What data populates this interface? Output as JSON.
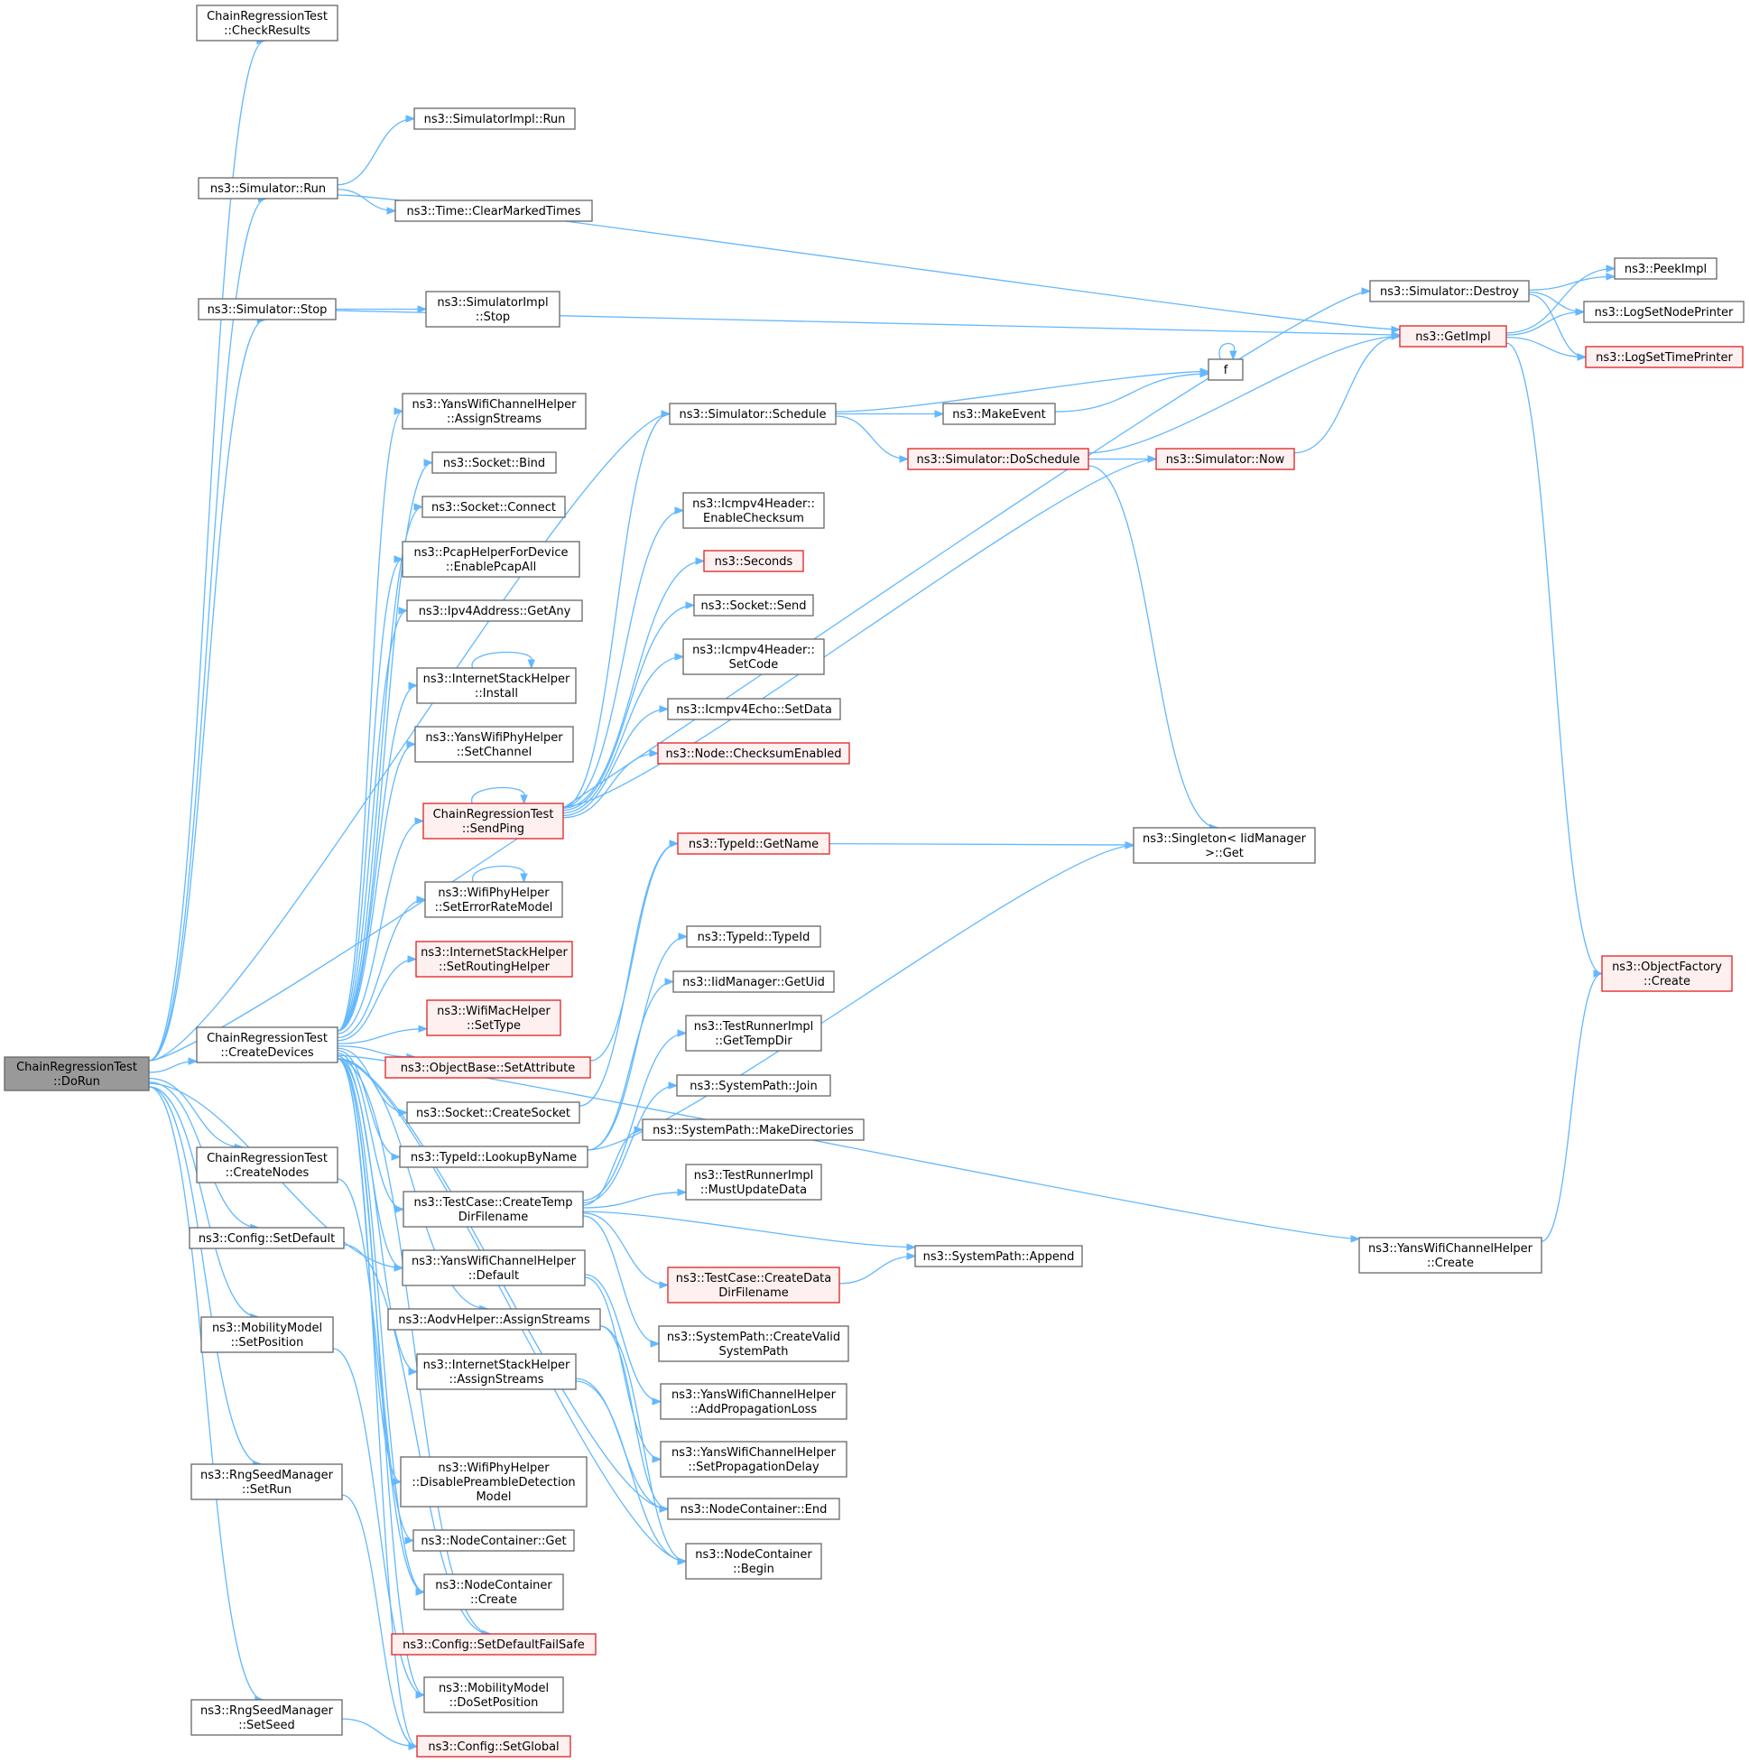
{
  "diagram": {
    "edge_color": "#63b8ff",
    "node_border_color": "#666666",
    "root_fill_color": "#999999",
    "highlight_border_color": "#e02020",
    "highlight_fill_color": "#fff0f0",
    "nodes": [
      {
        "id": "DoRun",
        "lines": [
          "ChainRegressionTest",
          "::DoRun"
        ],
        "style": "root"
      },
      {
        "id": "CheckResults",
        "lines": [
          "ChainRegressionTest",
          "::CheckResults"
        ],
        "style": "normal"
      },
      {
        "id": "SimRun",
        "lines": [
          "ns3::Simulator::Run"
        ],
        "style": "normal"
      },
      {
        "id": "SimImplRun",
        "lines": [
          "ns3::SimulatorImpl::Run"
        ],
        "style": "normal"
      },
      {
        "id": "ClearMarked",
        "lines": [
          "ns3::Time::ClearMarkedTimes"
        ],
        "style": "normal"
      },
      {
        "id": "SimStop",
        "lines": [
          "ns3::Simulator::Stop"
        ],
        "style": "normal"
      },
      {
        "id": "SimImplStop",
        "lines": [
          "ns3::SimulatorImpl",
          "::Stop"
        ],
        "style": "normal"
      },
      {
        "id": "SimDestroy",
        "lines": [
          "ns3::Simulator::Destroy"
        ],
        "style": "normal"
      },
      {
        "id": "PeekImpl",
        "lines": [
          "ns3::PeekImpl"
        ],
        "style": "normal"
      },
      {
        "id": "GetImpl",
        "lines": [
          "ns3::GetImpl"
        ],
        "style": "red"
      },
      {
        "id": "LogNode",
        "lines": [
          "ns3::LogSetNodePrinter"
        ],
        "style": "normal"
      },
      {
        "id": "LogTime",
        "lines": [
          "ns3::LogSetTimePrinter"
        ],
        "style": "red"
      },
      {
        "id": "f",
        "lines": [
          "f"
        ],
        "style": "normal"
      },
      {
        "id": "SimSchedule",
        "lines": [
          "ns3::Simulator::Schedule"
        ],
        "style": "normal"
      },
      {
        "id": "MakeEvent",
        "lines": [
          "ns3::MakeEvent"
        ],
        "style": "normal"
      },
      {
        "id": "DoSchedule",
        "lines": [
          "ns3::Simulator::DoSchedule"
        ],
        "style": "red"
      },
      {
        "id": "SimNow",
        "lines": [
          "ns3::Simulator::Now"
        ],
        "style": "red"
      },
      {
        "id": "YansChAssign",
        "lines": [
          "ns3::YansWifiChannelHelper",
          "::AssignStreams"
        ],
        "style": "normal"
      },
      {
        "id": "SockBind",
        "lines": [
          "ns3::Socket::Bind"
        ],
        "style": "normal"
      },
      {
        "id": "SockConnect",
        "lines": [
          "ns3::Socket::Connect"
        ],
        "style": "normal"
      },
      {
        "id": "Pcap",
        "lines": [
          "ns3::PcapHelperForDevice",
          "::EnablePcapAll"
        ],
        "style": "normal"
      },
      {
        "id": "GetAny",
        "lines": [
          "ns3::Ipv4Address::GetAny"
        ],
        "style": "normal"
      },
      {
        "id": "ISHInstall",
        "lines": [
          "ns3::InternetStackHelper",
          "::Install"
        ],
        "style": "normal"
      },
      {
        "id": "YansPhySetCh",
        "lines": [
          "ns3::YansWifiPhyHelper",
          "::SetChannel"
        ],
        "style": "normal"
      },
      {
        "id": "SendPing",
        "lines": [
          "ChainRegressionTest",
          "::SendPing"
        ],
        "style": "red"
      },
      {
        "id": "ErrRate",
        "lines": [
          "ns3::WifiPhyHelper",
          "::SetErrorRateModel"
        ],
        "style": "normal"
      },
      {
        "id": "SetRouting",
        "lines": [
          "ns3::InternetStackHelper",
          "::SetRoutingHelper"
        ],
        "style": "red"
      },
      {
        "id": "MacSetType",
        "lines": [
          "ns3::WifiMacHelper",
          "::SetType"
        ],
        "style": "red"
      },
      {
        "id": "CreateDevices",
        "lines": [
          "ChainRegressionTest",
          "::CreateDevices"
        ],
        "style": "normal"
      },
      {
        "id": "SetAttr",
        "lines": [
          "ns3::ObjectBase::SetAttribute"
        ],
        "style": "red"
      },
      {
        "id": "CreateSocket",
        "lines": [
          "ns3::Socket::CreateSocket"
        ],
        "style": "normal"
      },
      {
        "id": "LookupByName",
        "lines": [
          "ns3::TypeId::LookupByName"
        ],
        "style": "normal"
      },
      {
        "id": "CreateTemp",
        "lines": [
          "ns3::TestCase::CreateTemp",
          "DirFilename"
        ],
        "style": "normal"
      },
      {
        "id": "CreateNodes",
        "lines": [
          "ChainRegressionTest",
          "::CreateNodes"
        ],
        "style": "normal"
      },
      {
        "id": "CfgSetDefault",
        "lines": [
          "ns3::Config::SetDefault"
        ],
        "style": "normal"
      },
      {
        "id": "YansChDefault",
        "lines": [
          "ns3::YansWifiChannelHelper",
          "::Default"
        ],
        "style": "normal"
      },
      {
        "id": "AodvAssign",
        "lines": [
          "ns3::AodvHelper::AssignStreams"
        ],
        "style": "normal"
      },
      {
        "id": "MobSetPos",
        "lines": [
          "ns3::MobilityModel",
          "::SetPosition"
        ],
        "style": "normal"
      },
      {
        "id": "ISHAssign",
        "lines": [
          "ns3::InternetStackHelper",
          "::AssignStreams"
        ],
        "style": "normal"
      },
      {
        "id": "RngSetRun",
        "lines": [
          "ns3::RngSeedManager",
          "::SetRun"
        ],
        "style": "normal"
      },
      {
        "id": "DisablePre",
        "lines": [
          "ns3::WifiPhyHelper",
          "::DisablePreambleDetection",
          "Model"
        ],
        "style": "normal"
      },
      {
        "id": "NCGet",
        "lines": [
          "ns3::NodeContainer::Get"
        ],
        "style": "normal"
      },
      {
        "id": "NCCreate",
        "lines": [
          "ns3::NodeContainer",
          "::Create"
        ],
        "style": "normal"
      },
      {
        "id": "FailSafe",
        "lines": [
          "ns3::Config::SetDefaultFailSafe"
        ],
        "style": "red"
      },
      {
        "id": "DoSetPos",
        "lines": [
          "ns3::MobilityModel",
          "::DoSetPosition"
        ],
        "style": "normal"
      },
      {
        "id": "RngSetSeed",
        "lines": [
          "ns3::RngSeedManager",
          "::SetSeed"
        ],
        "style": "normal"
      },
      {
        "id": "SetGlobal",
        "lines": [
          "ns3::Config::SetGlobal"
        ],
        "style": "red"
      },
      {
        "id": "EnableChk",
        "lines": [
          "ns3::Icmpv4Header::",
          "EnableChecksum"
        ],
        "style": "normal"
      },
      {
        "id": "Seconds",
        "lines": [
          "ns3::Seconds"
        ],
        "style": "red"
      },
      {
        "id": "SockSend",
        "lines": [
          "ns3::Socket::Send"
        ],
        "style": "normal"
      },
      {
        "id": "SetCode",
        "lines": [
          "ns3::Icmpv4Header::",
          "SetCode"
        ],
        "style": "normal"
      },
      {
        "id": "SetData",
        "lines": [
          "ns3::Icmpv4Echo::SetData"
        ],
        "style": "normal"
      },
      {
        "id": "ChkEnabled",
        "lines": [
          "ns3::Node::ChecksumEnabled"
        ],
        "style": "red"
      },
      {
        "id": "GetName",
        "lines": [
          "ns3::TypeId::GetName"
        ],
        "style": "red"
      },
      {
        "id": "SingletonGet",
        "lines": [
          "ns3::Singleton< IidManager",
          ">::Get"
        ],
        "style": "normal"
      },
      {
        "id": "TypeIdTypeId",
        "lines": [
          "ns3::TypeId::TypeId"
        ],
        "style": "normal"
      },
      {
        "id": "GetUid",
        "lines": [
          "ns3::IidManager::GetUid"
        ],
        "style": "normal"
      },
      {
        "id": "GetTempDir",
        "lines": [
          "ns3::TestRunnerImpl",
          "::GetTempDir"
        ],
        "style": "normal"
      },
      {
        "id": "SPJoin",
        "lines": [
          "ns3::SystemPath::Join"
        ],
        "style": "normal"
      },
      {
        "id": "MakeDirs",
        "lines": [
          "ns3::SystemPath::MakeDirectories"
        ],
        "style": "normal"
      },
      {
        "id": "MustUpdate",
        "lines": [
          "ns3::TestRunnerImpl",
          "::MustUpdateData"
        ],
        "style": "normal"
      },
      {
        "id": "SPAppend",
        "lines": [
          "ns3::SystemPath::Append"
        ],
        "style": "normal"
      },
      {
        "id": "CreateData",
        "lines": [
          "ns3::TestCase::CreateData",
          "DirFilename"
        ],
        "style": "red"
      },
      {
        "id": "CreateValid",
        "lines": [
          "ns3::SystemPath::CreateValid",
          "SystemPath"
        ],
        "style": "normal"
      },
      {
        "id": "AddProp",
        "lines": [
          "ns3::YansWifiChannelHelper",
          "::AddPropagationLoss"
        ],
        "style": "normal"
      },
      {
        "id": "SetPropDelay",
        "lines": [
          "ns3::YansWifiChannelHelper",
          "::SetPropagationDelay"
        ],
        "style": "normal"
      },
      {
        "id": "NCEnd",
        "lines": [
          "ns3::NodeContainer::End"
        ],
        "style": "normal"
      },
      {
        "id": "NCBegin",
        "lines": [
          "ns3::NodeContainer",
          "::Begin"
        ],
        "style": "normal"
      },
      {
        "id": "YansChCreate",
        "lines": [
          "ns3::YansWifiChannelHelper",
          "::Create"
        ],
        "style": "normal"
      },
      {
        "id": "ObjFactCreate",
        "lines": [
          "ns3::ObjectFactory",
          "::Create"
        ],
        "style": "red"
      }
    ],
    "edges": [
      [
        "DoRun",
        "CheckResults"
      ],
      [
        "DoRun",
        "SimDestroy"
      ],
      [
        "DoRun",
        "SimRun"
      ],
      [
        "DoRun",
        "SimStop"
      ],
      [
        "DoRun",
        "SimSchedule"
      ],
      [
        "DoRun",
        "CreateDevices"
      ],
      [
        "DoRun",
        "CreateNodes"
      ],
      [
        "DoRun",
        "CfgSetDefault"
      ],
      [
        "DoRun",
        "MobSetPos"
      ],
      [
        "DoRun",
        "RngSetRun"
      ],
      [
        "DoRun",
        "RngSetSeed"
      ],
      [
        "DoRun",
        "YansChDefault"
      ],
      [
        "SimRun",
        "SimImplRun"
      ],
      [
        "SimRun",
        "ClearMarked"
      ],
      [
        "SimRun",
        "GetImpl"
      ],
      [
        "SimStop",
        "SimImplStop"
      ],
      [
        "SimStop",
        "GetImpl"
      ],
      [
        "SimDestroy",
        "PeekImpl"
      ],
      [
        "SimDestroy",
        "LogNode"
      ],
      [
        "SimDestroy",
        "LogTime"
      ],
      [
        "GetImpl",
        "PeekImpl"
      ],
      [
        "GetImpl",
        "LogNode"
      ],
      [
        "GetImpl",
        "LogTime"
      ],
      [
        "GetImpl",
        "ObjFactCreate"
      ],
      [
        "f",
        "f"
      ],
      [
        "SimSchedule",
        "f"
      ],
      [
        "SimSchedule",
        "MakeEvent"
      ],
      [
        "SimSchedule",
        "DoSchedule"
      ],
      [
        "MakeEvent",
        "f"
      ],
      [
        "DoSchedule",
        "SimNow"
      ],
      [
        "DoSchedule",
        "GetImpl"
      ],
      [
        "DoSchedule",
        "SingletonGet"
      ],
      [
        "SimNow",
        "GetImpl"
      ],
      [
        "ISHInstall",
        "ISHInstall"
      ],
      [
        "CreateDevices",
        "YansChAssign"
      ],
      [
        "CreateDevices",
        "SockBind"
      ],
      [
        "CreateDevices",
        "SockConnect"
      ],
      [
        "CreateDevices",
        "Pcap"
      ],
      [
        "CreateDevices",
        "GetAny"
      ],
      [
        "CreateDevices",
        "ISHInstall"
      ],
      [
        "CreateDevices",
        "YansPhySetCh"
      ],
      [
        "CreateDevices",
        "SendPing"
      ],
      [
        "CreateDevices",
        "ErrRate"
      ],
      [
        "CreateDevices",
        "SetRouting"
      ],
      [
        "CreateDevices",
        "MacSetType"
      ],
      [
        "CreateDevices",
        "SetAttr"
      ],
      [
        "CreateDevices",
        "CreateSocket"
      ],
      [
        "CreateDevices",
        "LookupByName"
      ],
      [
        "CreateDevices",
        "CreateTemp"
      ],
      [
        "CreateDevices",
        "YansChDefault"
      ],
      [
        "CreateDevices",
        "AodvAssign"
      ],
      [
        "CreateDevices",
        "ISHAssign"
      ],
      [
        "CreateDevices",
        "DisablePre"
      ],
      [
        "CreateDevices",
        "NCGet"
      ],
      [
        "CreateDevices",
        "NCCreate"
      ],
      [
        "CreateDevices",
        "FailSafe"
      ],
      [
        "CreateDevices",
        "DoSetPos"
      ],
      [
        "CreateDevices",
        "SetGlobal"
      ],
      [
        "CreateDevices",
        "NCEnd"
      ],
      [
        "CreateDevices",
        "NCBegin"
      ],
      [
        "CreateDevices",
        "YansChCreate"
      ],
      [
        "SendPing",
        "SendPing"
      ],
      [
        "SendPing",
        "SimSchedule"
      ],
      [
        "SendPing",
        "EnableChk"
      ],
      [
        "SendPing",
        "Seconds"
      ],
      [
        "SendPing",
        "SockSend"
      ],
      [
        "SendPing",
        "SetCode"
      ],
      [
        "SendPing",
        "SetData"
      ],
      [
        "SendPing",
        "ChkEnabled"
      ],
      [
        "SendPing",
        "SimNow"
      ],
      [
        "ErrRate",
        "ErrRate"
      ],
      [
        "SetAttr",
        "GetName"
      ],
      [
        "CreateSocket",
        "GetName"
      ],
      [
        "LookupByName",
        "SingletonGet"
      ],
      [
        "LookupByName",
        "TypeIdTypeId"
      ],
      [
        "LookupByName",
        "GetUid"
      ],
      [
        "GetName",
        "SingletonGet"
      ],
      [
        "CreateTemp",
        "GetTempDir"
      ],
      [
        "CreateTemp",
        "SPJoin"
      ],
      [
        "CreateTemp",
        "MakeDirs"
      ],
      [
        "CreateTemp",
        "MustUpdate"
      ],
      [
        "CreateTemp",
        "SPAppend"
      ],
      [
        "CreateTemp",
        "CreateData"
      ],
      [
        "CreateTemp",
        "CreateValid"
      ],
      [
        "CreateData",
        "SPAppend"
      ],
      [
        "CreateNodes",
        "NCCreate"
      ],
      [
        "CfgSetDefault",
        "FailSafe"
      ],
      [
        "MobSetPos",
        "DoSetPos"
      ],
      [
        "RngSetRun",
        "SetGlobal"
      ],
      [
        "RngSetSeed",
        "SetGlobal"
      ],
      [
        "YansChDefault",
        "AddProp"
      ],
      [
        "YansChDefault",
        "SetPropDelay"
      ],
      [
        "AodvAssign",
        "NCEnd"
      ],
      [
        "AodvAssign",
        "NCBegin"
      ],
      [
        "ISHAssign",
        "NCEnd"
      ],
      [
        "ISHAssign",
        "NCBegin"
      ],
      [
        "YansChCreate",
        "ObjFactCreate"
      ]
    ]
  }
}
